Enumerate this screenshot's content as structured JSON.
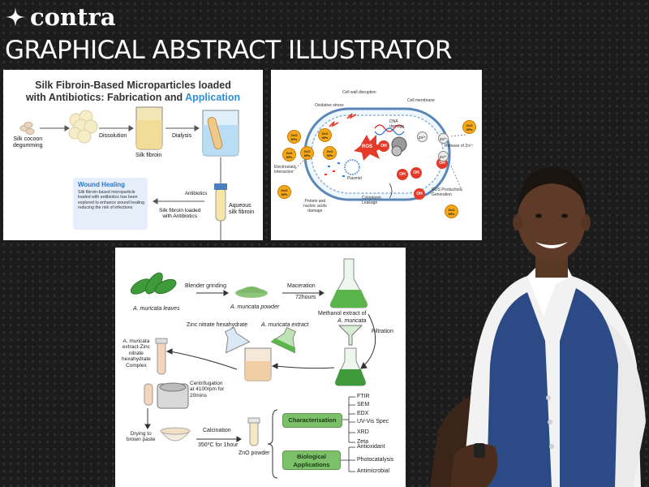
{
  "brand": {
    "name": "contra",
    "logo_icon": "four-point-star-icon"
  },
  "headline": "GRAPHICAL ABSTRACT ILLUSTRATOR",
  "silk_panel": {
    "title_line1": "Silk Fibroin-Based Microparticles loaded",
    "title_line2": "with Antibiotics: Fabrication and",
    "title_accent": "Application",
    "steps": {
      "cocoon": "Silk cocoon\ndegumming",
      "dissolution": "Dissolution",
      "fibroin": "Silk fibroin",
      "dialysis": "Dialysis",
      "antibiotics": "Antibiotics",
      "aqueous": "Aqueous\nsilk fibroin",
      "loaded": "Silk fibroin loaded\nwith Antibiotics"
    },
    "wound_title": "Wound Healing",
    "wound_text": "Silk fibroin-based microparticle loaded with antibiotics has been explored to enhance wound healing reducing the risk of infections"
  },
  "zno_panel": {
    "labels": {
      "cell_wall": "Cell wall disruption",
      "membrane": "Cell membrane",
      "oxidative": "Oxidative stress",
      "dna": "DNA\ndamage",
      "ros": "ROS",
      "plasmid": "Plasmid",
      "electrostatic": "Electrostatic\nInteraction",
      "protein": "Protein and\nnucleic acids\ndamage",
      "cytoplasm": "Cytoplasm\nLeakage",
      "release": "Release of Zn²⁺",
      "ros_gen": "ROS Production/\nGeneration"
    },
    "np_label": "ZnO\nNPs",
    "oh_label": "OH",
    "zn_label": "Zn²⁺"
  },
  "amur_panel": {
    "leaves": "A. muricata leaves",
    "blender": "Blender grinding",
    "powder": "A. muricata powder",
    "maceration": "Maceration",
    "hours": "72hours",
    "methanol": "Methanol extract of",
    "methanol_species": "A. muricata",
    "filtration": "Filtration",
    "zinc_nitrate": "Zinc nitrate hexahydrate",
    "extract": "A. muricata extract",
    "complex": "A. muricata\nextract-Zinc\nnitrate\nhexahydrate\nComplex",
    "centrifugation": "Centrifugation\nat 4100rpm for\n20mins",
    "drying": "Drying to\nbrown paste",
    "calcination": "Calcination",
    "calcination_temp": "350⁰C for 1hour",
    "zno_powder": "ZnO powder",
    "characterisation": "Characterisation",
    "char_items": [
      "FTIR",
      "SEM",
      "EDX",
      "UV-Vis Spec",
      "XRD",
      "Zeta"
    ],
    "biological": "Biological\nApplications",
    "bio_items": [
      "Antioxidant",
      "Photocatalysis",
      "Antimicrobial"
    ]
  },
  "colors": {
    "accent_blue": "#2f8fd6",
    "pill_green": "#7cc06a",
    "np_orange": "#f4a81c",
    "ros_red": "#e53a2a"
  }
}
